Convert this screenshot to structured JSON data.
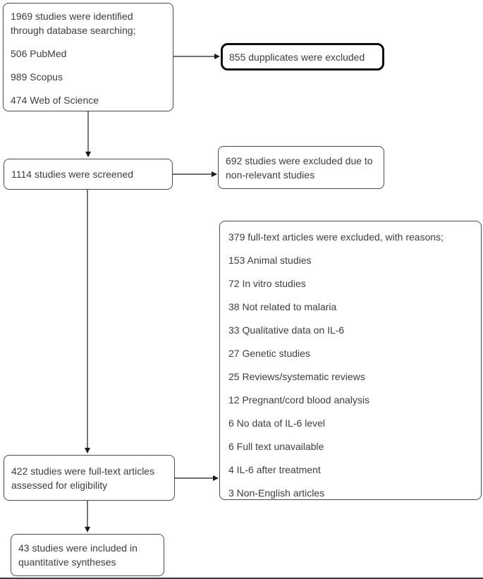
{
  "flowchart": {
    "identified": {
      "lines": [
        "1969 studies were identified through database searching;",
        "506 PubMed",
        "989 Scopus",
        "474 Web of Science"
      ]
    },
    "duplicates": {
      "text": "855 dupplicates were excluded"
    },
    "screened": {
      "text": "1114 studies were screened"
    },
    "non_relevant": {
      "text": "692 studies were excluded due to non-relevant studies"
    },
    "fulltext_excluded": {
      "lines": [
        "379 full-text articles were excluded, with reasons;",
        "153 Animal studies",
        "72 In vitro studies",
        "38 Not related to malaria",
        "33 Qualitative data on IL-6",
        "27 Genetic studies",
        "25 Reviews/systematic reviews",
        "12 Pregnant/cord blood analysis",
        "6 No data of IL-6 level",
        "6 Full text unavailable",
        "4 IL-6 after treatment",
        "3 Non-English articles"
      ]
    },
    "assessed": {
      "text": "422 studies were full-text articles assessed for eligibility"
    },
    "included": {
      "text": "43 studies were included in quantitative syntheses"
    }
  },
  "colors": {
    "background": "#ffffff",
    "text": "#3d3d3d",
    "box_border": "#4a4a4a",
    "emphasis_border": "#0d0d0d",
    "arrow": "#1a1a1a"
  }
}
